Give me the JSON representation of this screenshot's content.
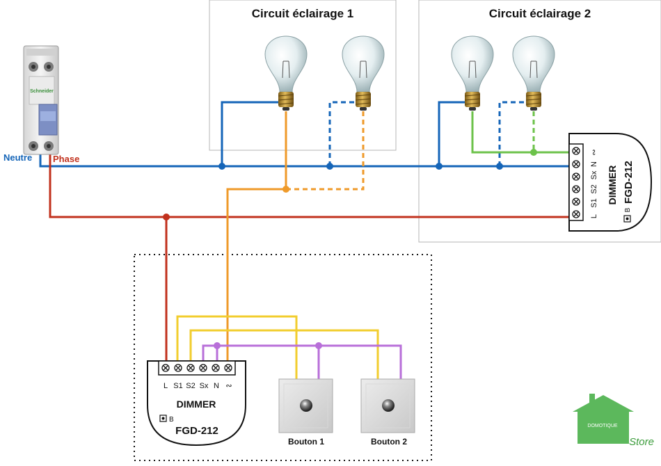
{
  "circuit1": {
    "title": "Circuit éclairage 1"
  },
  "circuit2": {
    "title": "Circuit éclairage 2"
  },
  "breaker": {
    "brand": "Schneider"
  },
  "labels": {
    "neutral": "Neutre",
    "phase": "Phase"
  },
  "dimmer_top": {
    "terminals": [
      "L",
      "S1",
      "S2",
      "Sx",
      "N",
      "∾"
    ],
    "title": "DIMMER",
    "model": "FGD-212",
    "b_label": "B"
  },
  "dimmer_bottom": {
    "terminals": [
      "L",
      "S1",
      "S2",
      "Sx",
      "N",
      "∾"
    ],
    "title": "DIMMER",
    "model": "FGD-212",
    "b_label": "B"
  },
  "buttons": [
    "Bouton 1",
    "Bouton 2"
  ],
  "logo": {
    "text": "DOMOTIQUE",
    "script": "Store"
  },
  "colors": {
    "neutral": "#1565b8",
    "phase": "#c1311d",
    "load1": "#ef9a2a",
    "load2": "#6cc24a",
    "s_lines": "#f2cd2e",
    "sx_lines": "#b86fd9",
    "logo_green": "#5cb85c"
  }
}
